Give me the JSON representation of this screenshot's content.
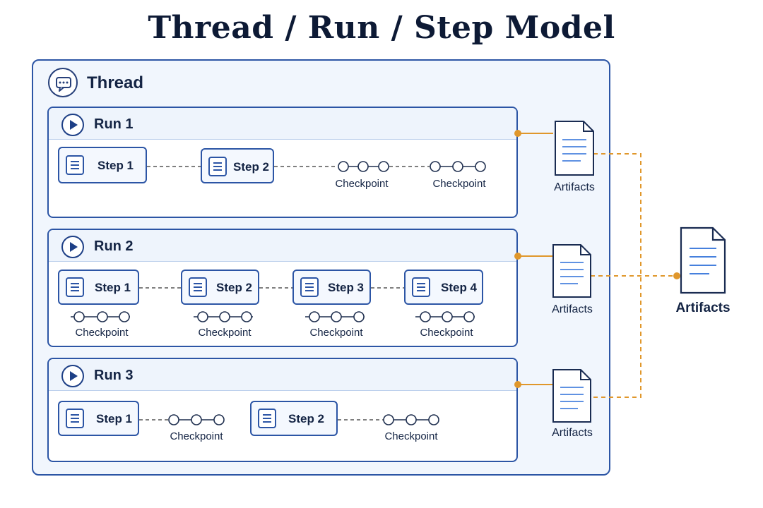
{
  "title": "Thread / Run / Step Model",
  "thread": {
    "label": "Thread"
  },
  "runs": [
    {
      "label": "Run 1",
      "steps": [
        "Step 1",
        "Step 2"
      ],
      "checkpoints": [
        "Checkpoint",
        "Checkpoint"
      ],
      "artifacts_label": "Artifacts"
    },
    {
      "label": "Run 2",
      "steps": [
        "Step 1",
        "Step 2",
        "Step 3",
        "Step 4"
      ],
      "checkpoints": [
        "Checkpoint",
        "Checkpoint",
        "Checkpoint",
        "Checkpoint"
      ],
      "artifacts_label": "Artifacts"
    },
    {
      "label": "Run 3",
      "steps": [
        "Step 1",
        "Step 2"
      ],
      "checkpoints": [
        "Checkpoint",
        "Checkpoint"
      ],
      "artifacts_label": "Artifacts"
    }
  ],
  "aggregate_artifacts": {
    "label": "Artifacts"
  },
  "icons": {
    "thread": "chat-bubble-icon",
    "run": "play-icon",
    "step": "document-list-icon",
    "artifact": "document-icon"
  },
  "colors": {
    "primary": "#2c55a5",
    "accent": "#e0972b",
    "background": "#f1f6fd"
  }
}
